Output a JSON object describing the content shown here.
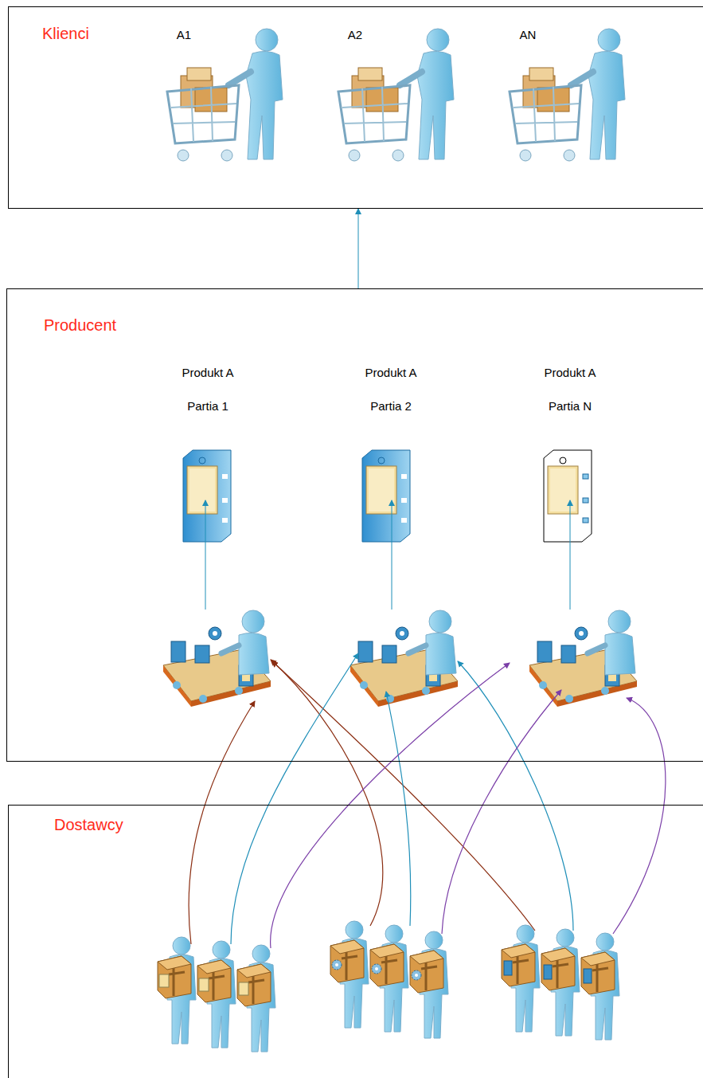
{
  "diagram": {
    "nodes": [
      {
        "text": [
          "Klienci"
        ]
      },
      {
        "text": [
          "A1"
        ],
        "in": 0
      },
      {
        "text": [
          "A2"
        ],
        "in": 0
      },
      {
        "text": [
          "AN"
        ],
        "in": 0
      },
      {
        "text": [
          "Producent"
        ]
      },
      {
        "text": [
          "Produkt A",
          "Partia 1"
        ],
        "in": 4
      },
      {
        "text": [
          "Produkt A",
          "Partia 2"
        ],
        "in": 4
      },
      {
        "text": [
          "Produkt A",
          "Partia N"
        ],
        "in": 4
      },
      {
        "text": [
          "Dostawcy"
        ]
      }
    ],
    "edges": [
      {
        "from": 4,
        "to": 0,
        "arrow": "to"
      }
    ]
  }
}
